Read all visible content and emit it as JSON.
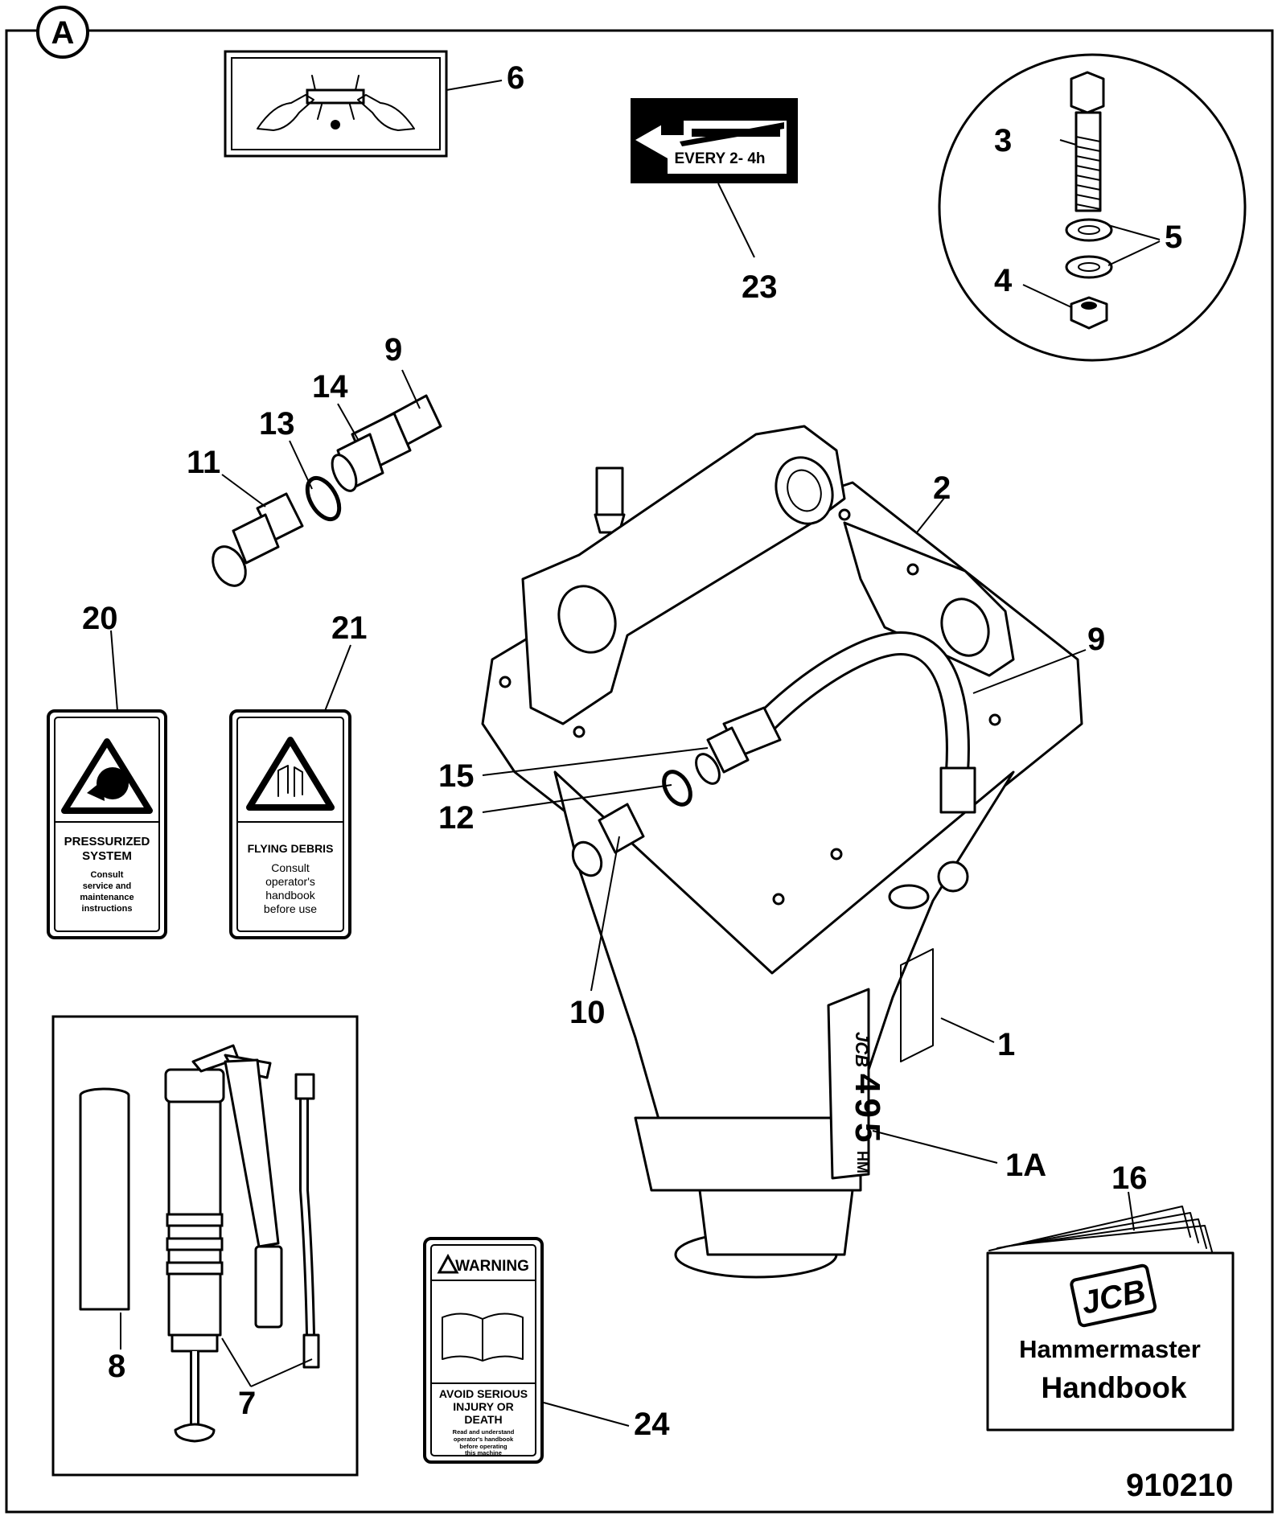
{
  "section_marker": "A",
  "drawing_number": "910210",
  "callouts": {
    "c1": "1",
    "c1a": "1A",
    "c2": "2",
    "c3": "3",
    "c4": "4",
    "c5": "5",
    "c6": "6",
    "c7": "7",
    "c8": "8",
    "c9a": "9",
    "c9b": "9",
    "c10": "10",
    "c11": "11",
    "c12": "12",
    "c13": "13",
    "c14": "14",
    "c15": "15",
    "c16": "16",
    "c20": "20",
    "c21": "21",
    "c23": "23",
    "c24": "24"
  },
  "decal_23": {
    "text": "EVERY 2- 4h"
  },
  "decal_20": {
    "title_line1": "PRESSURIZED",
    "title_line2": "SYSTEM",
    "body_line1": "Consult",
    "body_line2": "service and",
    "body_line3": "maintenance",
    "body_line4": "instructions"
  },
  "decal_21": {
    "title": "FLYING DEBRIS",
    "body_line1": "Consult",
    "body_line2": "operator's",
    "body_line3": "handbook",
    "body_line4": "before use"
  },
  "decal_24": {
    "header": "WARNING",
    "title_line1": "AVOID SERIOUS",
    "title_line2": "INJURY OR",
    "title_line3": "DEATH",
    "body_line1": "Read and understand",
    "body_line2": "operator's handbook",
    "body_line3": "before operating",
    "body_line4": "this machine"
  },
  "handbook": {
    "brand": "JCB",
    "title_line1": "Hammermaster",
    "title_line2": "Handbook"
  },
  "hammer_body": {
    "brand": "JCB",
    "model": "495",
    "suffix": "HM"
  }
}
